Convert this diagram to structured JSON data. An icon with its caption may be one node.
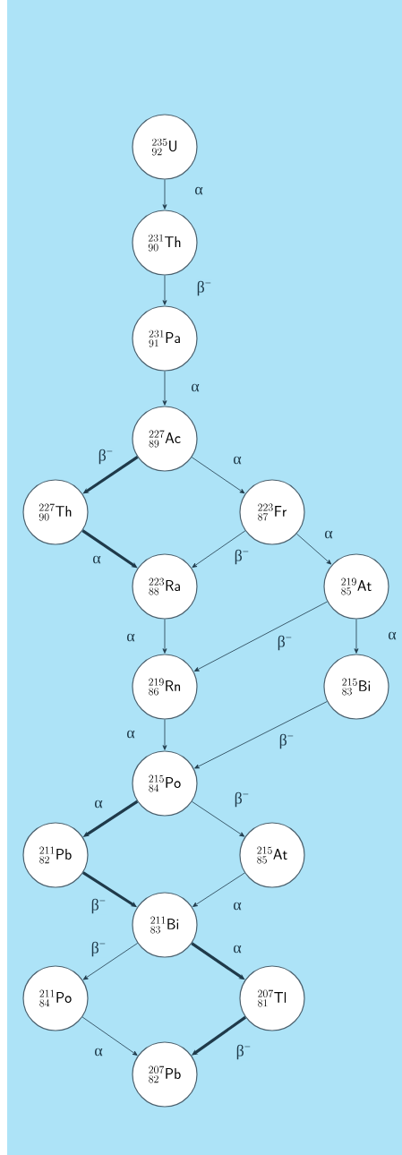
{
  "diagram": {
    "nodes": [
      {
        "text": [
          "{}^{235}_{92}\\mathsf{U}"
        ]
      },
      {
        "text": [
          "{}^{231}_{90}\\mathsf{Th}"
        ]
      },
      {
        "text": [
          "{}^{231}_{91}\\mathsf{Pa}"
        ]
      },
      {
        "text": [
          "{}^{227}_{89}\\mathsf{Ac}"
        ]
      },
      {
        "text": [
          "{}^{227}_{90}\\mathsf{Th}"
        ]
      },
      {
        "text": [
          "{}^{223}_{87}\\mathsf{Fr}"
        ]
      },
      {
        "text": [
          "{}^{223}_{88}\\mathsf{Ra}"
        ]
      },
      {
        "text": [
          "{}^{219}_{85}\\mathsf{At}"
        ]
      },
      {
        "text": [
          "{}^{219}_{86}\\mathsf{Rn}"
        ]
      },
      {
        "text": [
          "{}^{215}_{83}\\mathsf{Bi}"
        ]
      },
      {
        "text": [
          "{}^{215}_{84}\\mathsf{Po}"
        ]
      },
      {
        "text": [
          "{}^{211}_{82}\\mathsf{Pb}"
        ]
      },
      {
        "text": [
          "{}^{215}_{85}\\mathsf{At}"
        ]
      },
      {
        "text": [
          "{}^{211}_{83}\\mathsf{Bi}"
        ]
      },
      {
        "text": [
          "{}^{211}_{84}\\mathsf{Po}"
        ]
      },
      {
        "text": [
          "{}^{207}_{81}\\mathsf{Tl}"
        ]
      },
      {
        "text": [
          "{}^{207}_{82}\\mathsf{Pb}"
        ]
      }
    ],
    "edges": [
      {
        "from": 0,
        "to": 1,
        "arrow": "to",
        "label": "α"
      },
      {
        "from": 1,
        "to": 2,
        "arrow": "to",
        "label": "β$^{−}$"
      },
      {
        "from": 2,
        "to": 3,
        "arrow": "to",
        "label": "α"
      },
      {
        "from": 3,
        "to": 4,
        "arrow": "to",
        "label": "β$^{−}$",
        "style": "thick"
      },
      {
        "from": 3,
        "to": 5,
        "arrow": "to",
        "label": "α"
      },
      {
        "from": 4,
        "to": 6,
        "arrow": "to",
        "label": "α",
        "style": "thick"
      },
      {
        "from": 5,
        "to": 6,
        "arrow": "to",
        "label": "β$^{−}$"
      },
      {
        "from": 5,
        "to": 7,
        "arrow": "to",
        "label": "α"
      },
      {
        "from": 6,
        "to": 8,
        "arrow": "to",
        "label": "α"
      },
      {
        "from": 7,
        "to": 8,
        "arrow": "to",
        "label": "β$^{−}$"
      },
      {
        "from": 7,
        "to": 9,
        "arrow": "to",
        "label": "α"
      },
      {
        "from": 8,
        "to": 10,
        "arrow": "to",
        "label": "α"
      },
      {
        "from": 9,
        "to": 10,
        "arrow": "to",
        "label": "β$^{−}$"
      },
      {
        "from": 10,
        "to": 11,
        "arrow": "to",
        "label": "α",
        "style": "thick"
      },
      {
        "from": 10,
        "to": 12,
        "arrow": "to",
        "label": "β$^{−}$"
      },
      {
        "from": 11,
        "to": 13,
        "arrow": "to",
        "label": "β$^{−}$",
        "style": "thick"
      },
      {
        "from": 12,
        "to": 13,
        "arrow": "to",
        "label": "α"
      },
      {
        "from": 13,
        "to": 14,
        "arrow": "to",
        "label": "β$^{−}$"
      },
      {
        "from": 13,
        "to": 15,
        "arrow": "to",
        "label": "α",
        "style": "thick"
      },
      {
        "from": 14,
        "to": 16,
        "arrow": "to",
        "label": "α"
      },
      {
        "from": 15,
        "to": 16,
        "arrow": "to",
        "label": "β$^{−}$",
        "style": "thick"
      }
    ]
  }
}
